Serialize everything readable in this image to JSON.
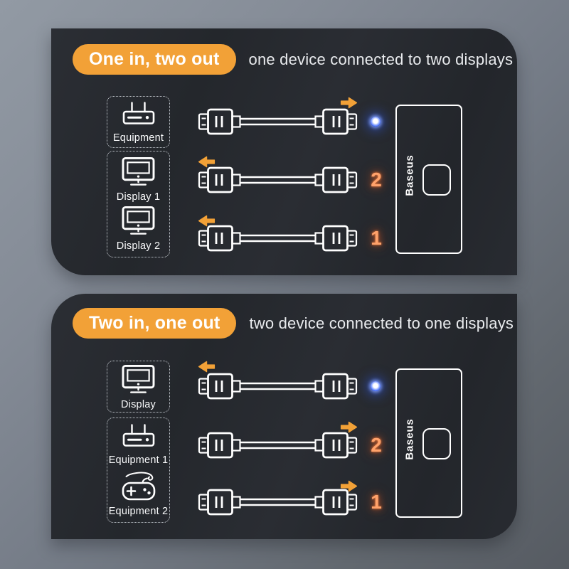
{
  "brand": "Baseus",
  "palette": {
    "badge_orange": "#F2A137",
    "arrow_orange": "#F2A137",
    "port_number_glow": "#F07040",
    "led_blue": "#3D68FF",
    "panel_dark": "#26292F",
    "background_gray": "#7E8590",
    "line_white": "#FFFFFF"
  },
  "sections": [
    {
      "badge": "One in, two out",
      "subtitle": "one device connected to two displays",
      "boxes": [
        {
          "items": [
            {
              "icon": "router-icon",
              "label": "Equipment"
            }
          ]
        },
        {
          "items": [
            {
              "icon": "monitor-icon",
              "label": "Display 1"
            },
            {
              "icon": "monitor-icon",
              "label": "Display 2"
            }
          ]
        }
      ],
      "rows": [
        {
          "arrow": "right",
          "indicator": "led"
        },
        {
          "arrow": "left",
          "indicator": "2"
        },
        {
          "arrow": "left",
          "indicator": "1"
        }
      ],
      "device": {
        "brand": "Baseus"
      }
    },
    {
      "badge": "Two in, one out",
      "subtitle": "two device connected to one displays",
      "boxes": [
        {
          "items": [
            {
              "icon": "monitor-icon",
              "label": "Display"
            }
          ]
        },
        {
          "items": [
            {
              "icon": "router-icon",
              "label": "Equipment 1"
            },
            {
              "icon": "gamepad-icon",
              "label": "Equipment 2"
            }
          ]
        }
      ],
      "rows": [
        {
          "arrow": "left",
          "indicator": "led"
        },
        {
          "arrow": "right",
          "indicator": "2"
        },
        {
          "arrow": "right",
          "indicator": "1"
        }
      ],
      "device": {
        "brand": "Baseus"
      }
    }
  ]
}
